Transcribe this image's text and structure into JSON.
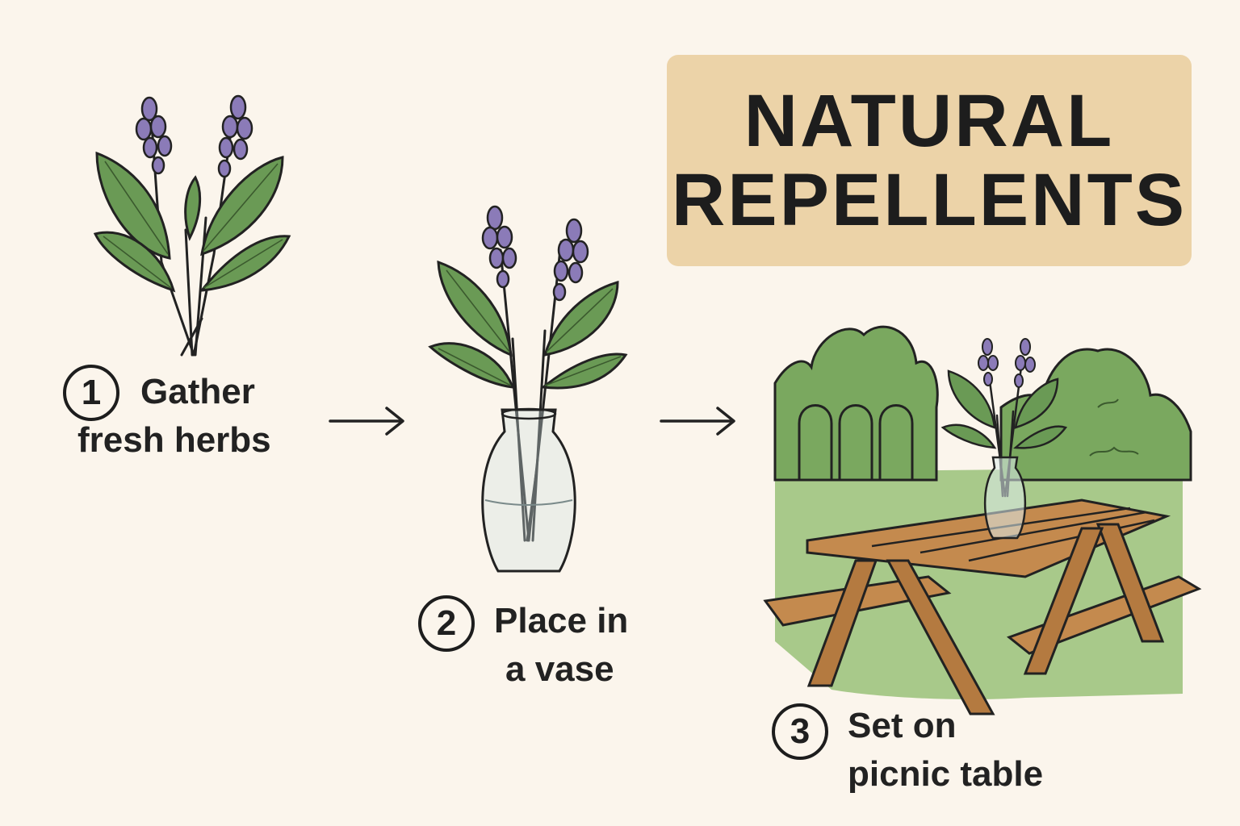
{
  "title": {
    "line1": "NATURAL",
    "line2": "REPELLENTS"
  },
  "steps": [
    {
      "number": "1",
      "line1": "Gather",
      "line2": "fresh herbs"
    },
    {
      "number": "2",
      "line1": "Place in",
      "line2": "a vase"
    },
    {
      "number": "3",
      "line1": "Set on",
      "line2": "picnic table"
    }
  ],
  "colors": {
    "background": "#fbf5ec",
    "title_box": "#ecd3a8",
    "leaf": "#6a9a55",
    "lavender": "#8b7bb8",
    "wood": "#c48a4e",
    "grass": "#9cc27a"
  },
  "icons": [
    "herb-bundle-icon",
    "arrow-right-icon",
    "vase-icon",
    "picnic-table-scene"
  ]
}
